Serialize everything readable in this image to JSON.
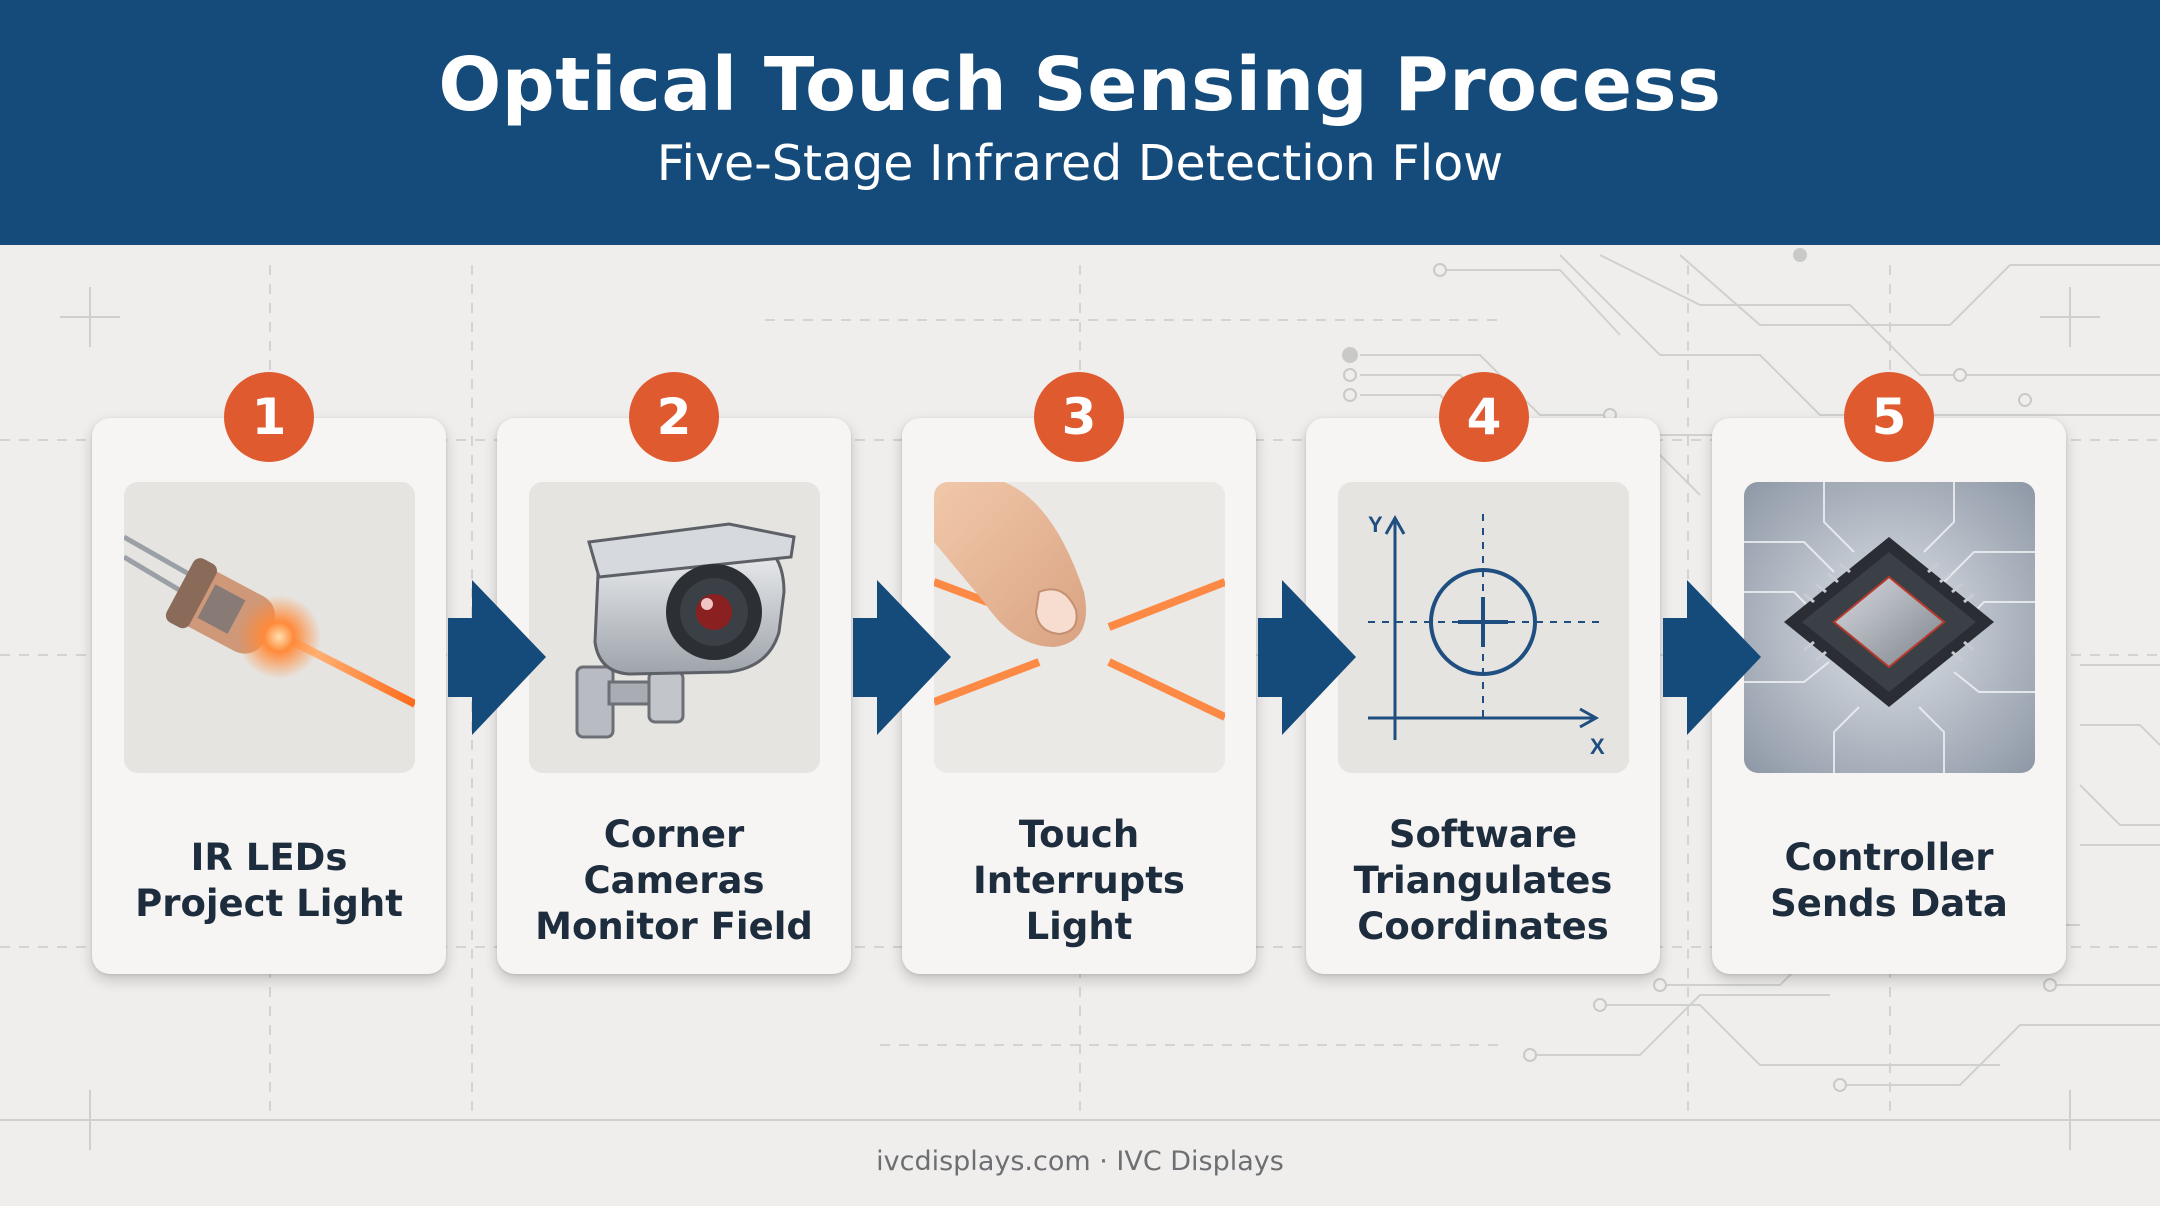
{
  "header": {
    "title": "Optical Touch Sensing Process",
    "subtitle": "Five-Stage Infrared Detection Flow"
  },
  "steps": [
    {
      "number": "1",
      "label": "IR LEDs\nProject Light",
      "icon": "ir-led-icon"
    },
    {
      "number": "2",
      "label": "Corner Cameras\nMonitor Field",
      "icon": "camera-icon"
    },
    {
      "number": "3",
      "label": "Touch\nInterrupts\nLight",
      "icon": "finger-touch-icon"
    },
    {
      "number": "4",
      "label": "Software\nTriangulates\nCoordinates",
      "icon": "crosshair-graph-icon"
    },
    {
      "number": "5",
      "label": "Controller\nSends Data",
      "icon": "microchip-icon"
    }
  ],
  "graph": {
    "y_axis": "Y",
    "x_axis": "X"
  },
  "footer": "ivcdisplays.com · IVC Displays",
  "colors": {
    "header": "#154b7a",
    "badge": "#e05a2f",
    "arrow": "#154b7a",
    "background": "#efeeec"
  }
}
